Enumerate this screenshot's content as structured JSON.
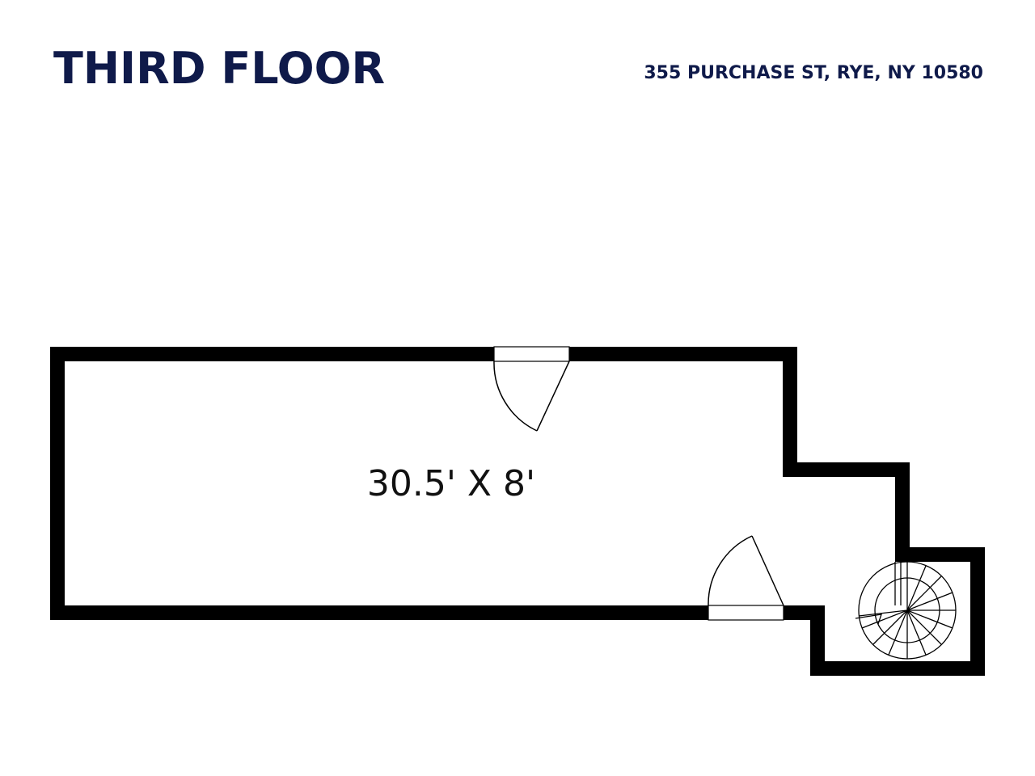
{
  "header": {
    "title": "THIRD FLOOR",
    "address": "355 PURCHASE ST, RYE, NY 10580"
  },
  "floorplan": {
    "rooms": [
      {
        "dimensions": "30.5' X 8'"
      }
    ],
    "features": {
      "doors": [
        "door-top",
        "door-bottom"
      ],
      "stair": "spiral-staircase"
    }
  },
  "colors": {
    "title": "#0f1a4a",
    "wall": "#000000",
    "background": "#ffffff",
    "label": "#111111"
  }
}
